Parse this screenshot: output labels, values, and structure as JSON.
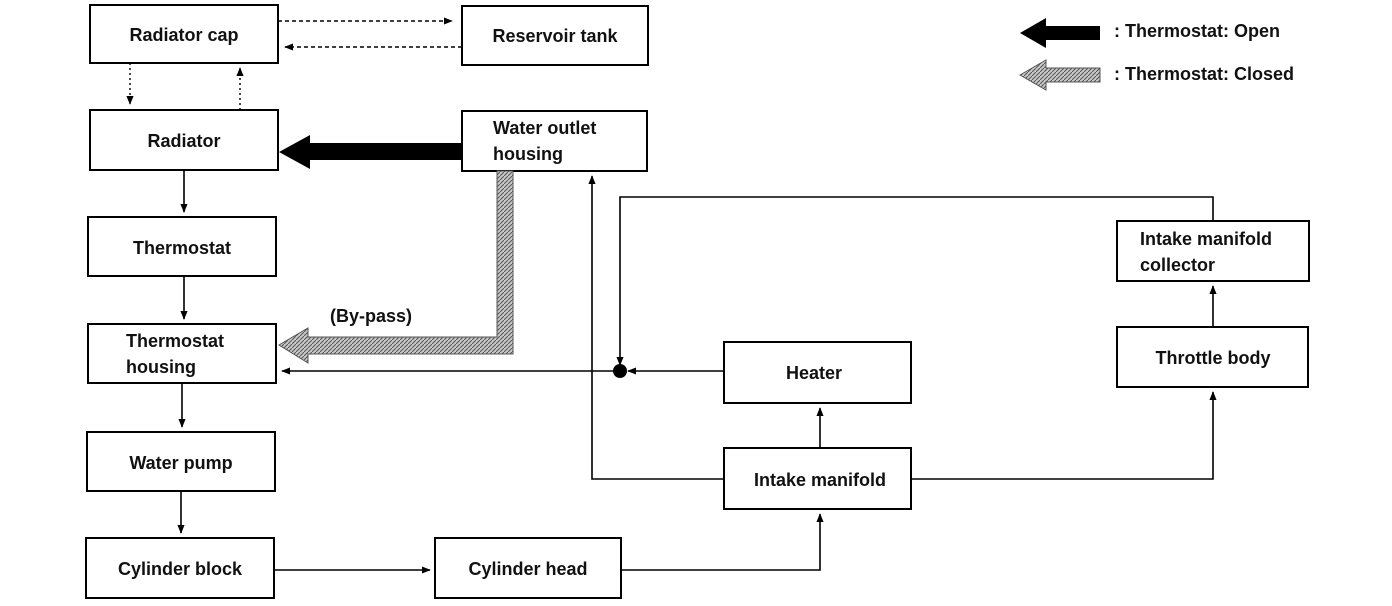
{
  "legend": {
    "open_label": ": Thermostat: Open",
    "closed_label": ": Thermostat: Closed"
  },
  "components": {
    "radiator_cap": "Radiator cap",
    "reservoir_tank": "Reservoir tank",
    "radiator": "Radiator",
    "water_outlet_housing": [
      "Water outlet",
      "housing"
    ],
    "thermostat": "Thermostat",
    "thermostat_housing": [
      "Thermostat",
      "housing"
    ],
    "water_pump": "Water pump",
    "cylinder_block": "Cylinder block",
    "cylinder_head": "Cylinder head",
    "intake_manifold": "Intake manifold",
    "heater": "Heater",
    "throttle_body": "Throttle body",
    "intake_manifold_collector": [
      "Intake manifold",
      "collector"
    ]
  },
  "bypass_label": "(By-pass)",
  "colors": {
    "open_arrow": "#000000",
    "closed_arrow": "#8a8a8a"
  }
}
